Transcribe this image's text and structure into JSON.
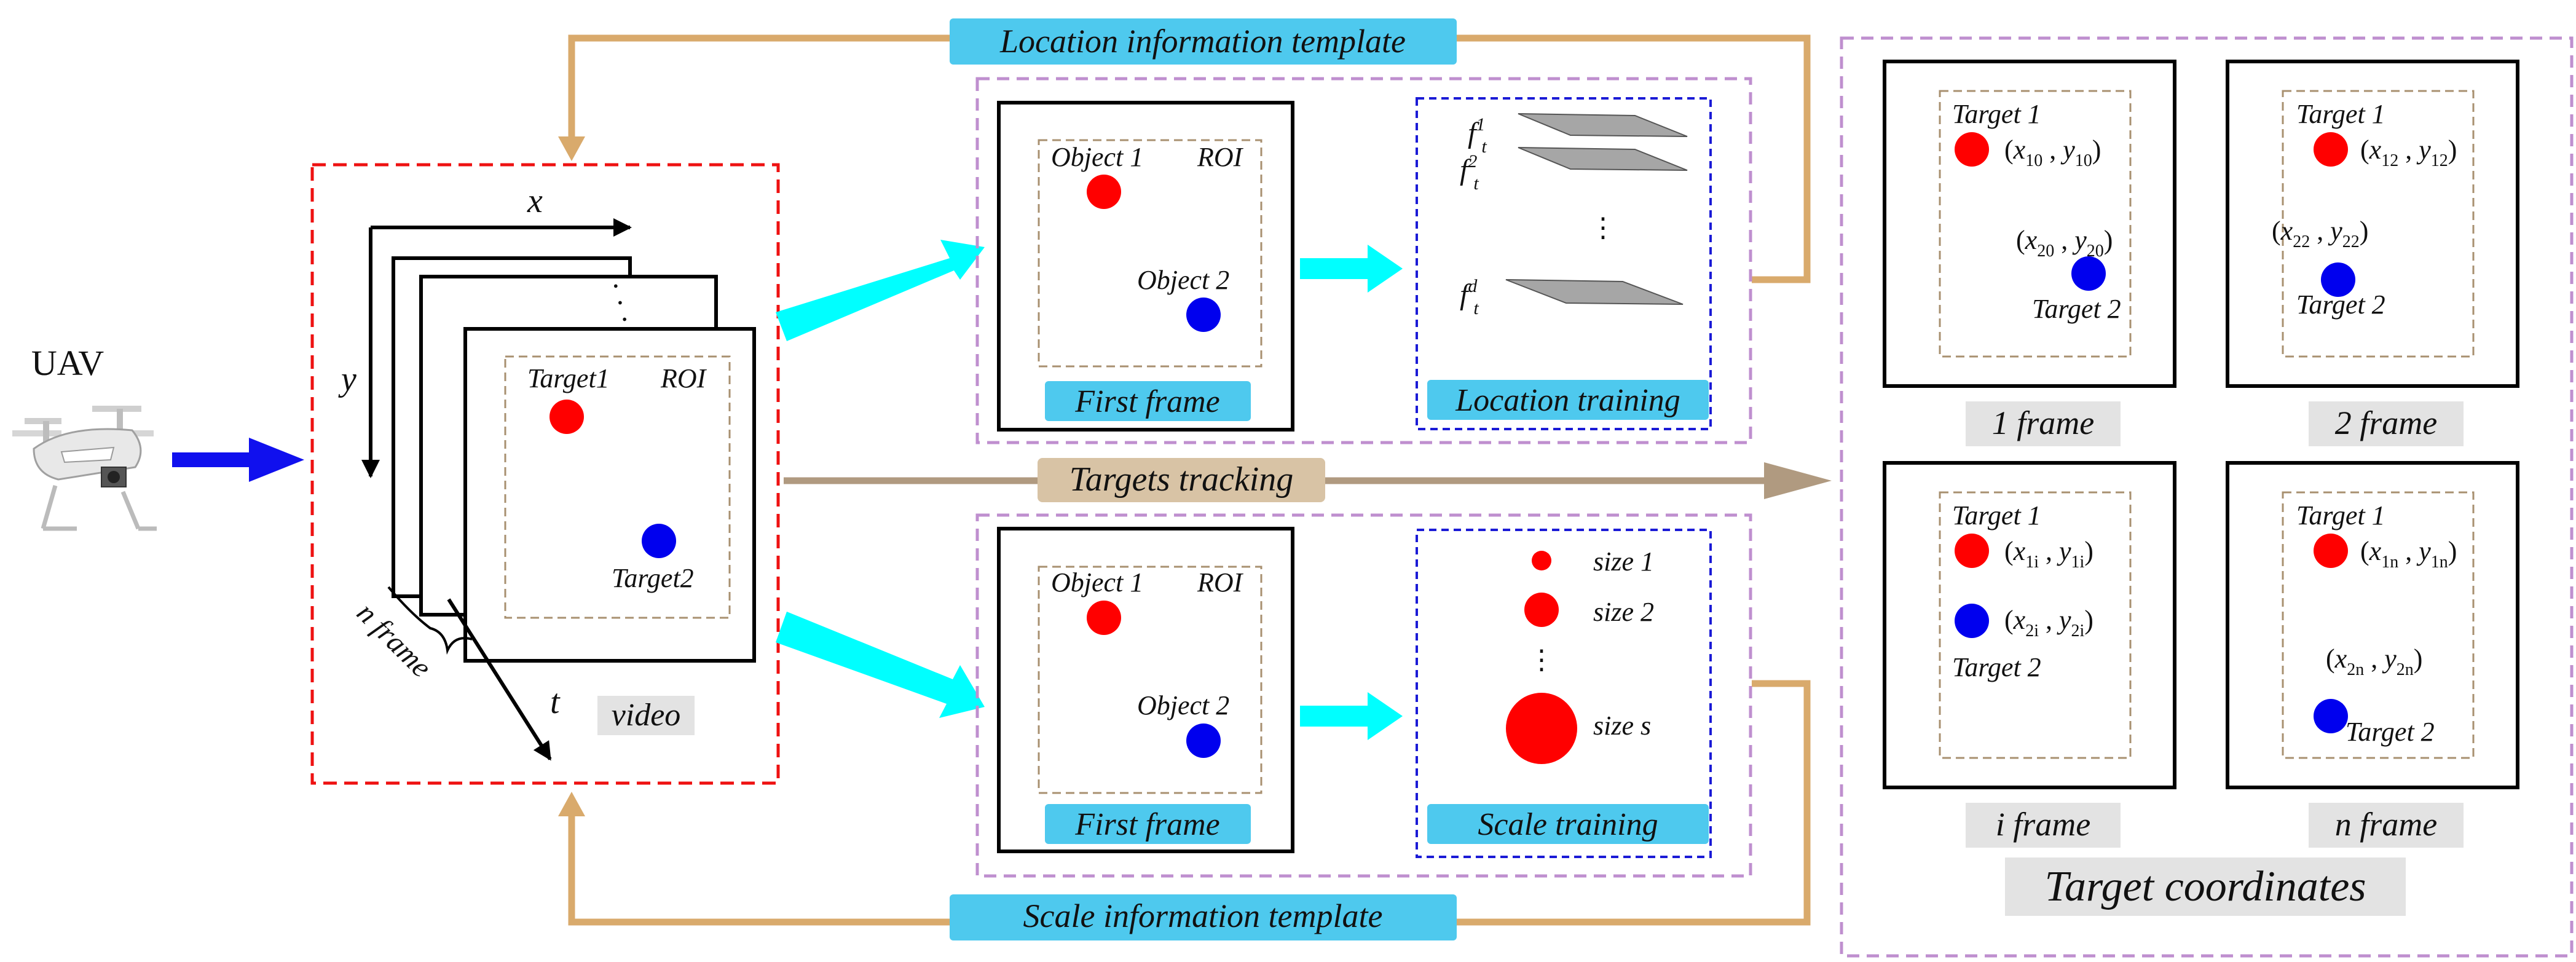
{
  "colors": {
    "cyan_label": "#4ec9ee",
    "cyan_arrow": "#00ffff",
    "tan_arrow": "#d9aa6c",
    "brown_arrow": "#b09a80",
    "tan_label": "#d8c3a5",
    "red_dash": "#ee1111",
    "purple_dash": "#bf8fcf",
    "blue_dash": "#1b1bd6",
    "roi_dash": "#a89070",
    "target_red": "#ff0000",
    "target_blue": "#0000ee",
    "gray_label": "#e3e3e3",
    "plane_gray": "#a6a6a6"
  },
  "labels": {
    "uav": "UAV",
    "location_template": "Location information template",
    "scale_template": "Scale information template",
    "targets_tracking": "Targets tracking",
    "target_coordinates": "Target coordinates"
  },
  "video_panel": {
    "axis_x": "x",
    "axis_y": "y",
    "axis_t": "t",
    "dots": "·  ·  ·",
    "n_frame": "n frame",
    "video": "video",
    "target1": "Target1",
    "target2": "Target2",
    "roi": "ROI"
  },
  "location_panel": {
    "object1": "Object 1",
    "object2": "Object 2",
    "roi": "ROI",
    "first_frame": "First frame",
    "training": "Location training",
    "f_base": "f",
    "sup1": "1",
    "sup2": "2",
    "supd": "d",
    "sub_t": "t"
  },
  "scale_panel": {
    "object1": "Object 1",
    "object2": "Object 2",
    "roi": "ROI",
    "first_frame": "First frame",
    "training": "Scale training",
    "size1": "size 1",
    "size2": "size 2",
    "sizes": "size s"
  },
  "frames": [
    {
      "label": "1 frame",
      "target1": "Target 1",
      "target2": "Target 2",
      "c1_x": "10",
      "c1_y": "10",
      "c2_x": "20",
      "c2_y": "20"
    },
    {
      "label": "2 frame",
      "target1": "Target 1",
      "target2": "Target 2",
      "c1_x": "12",
      "c1_y": "12",
      "c2_x": "22",
      "c2_y": "22"
    },
    {
      "label": "i frame",
      "target1": "Target 1",
      "target2": "Target 2",
      "c1_x": "1i",
      "c1_y": "1i",
      "c2_x": "2i",
      "c2_y": "2i"
    },
    {
      "label": "n frame",
      "target1": "Target 1",
      "target2": "Target 2",
      "c1_x": "1n",
      "c1_y": "1n",
      "c2_x": "2n",
      "c2_y": "2n"
    }
  ]
}
